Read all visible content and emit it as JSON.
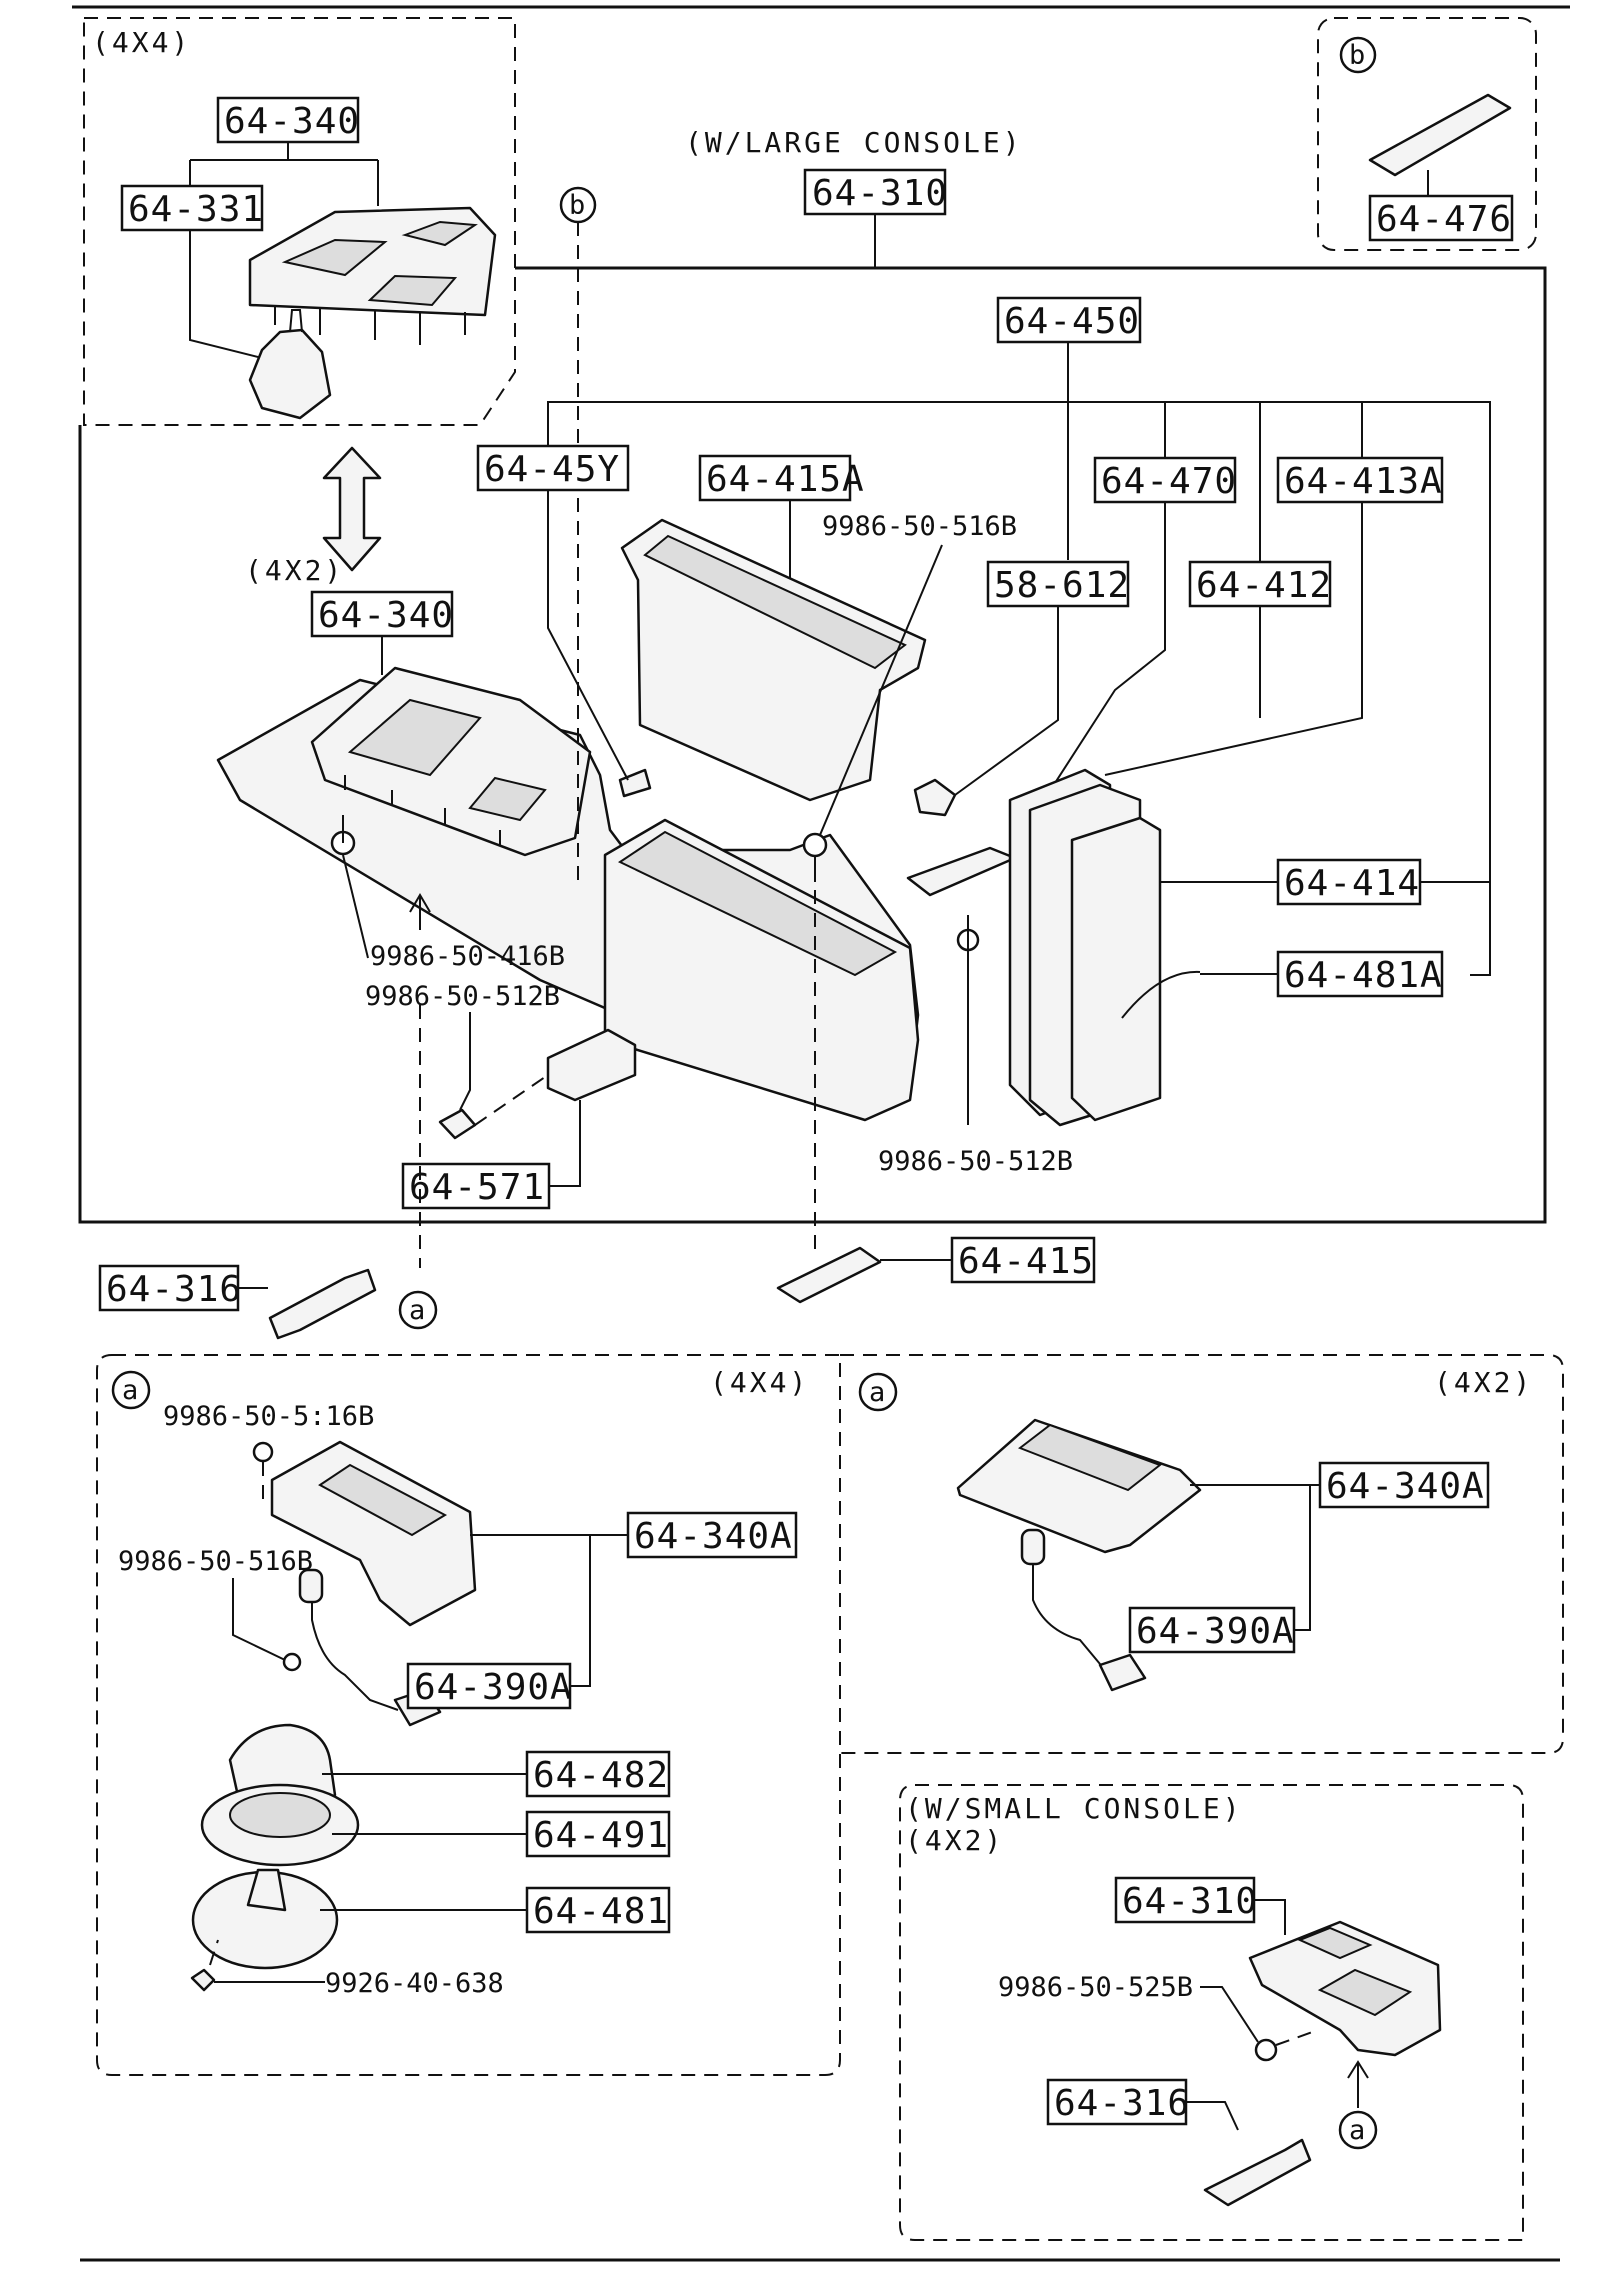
{
  "captions": {
    "w_large_console": "(W/LARGE CONSOLE)",
    "w_small_console": "(W/SMALL CONSOLE)",
    "x4x4": "(4X4)",
    "x4x2": "(4X2)"
  },
  "callouts": {
    "a": "a",
    "b": "b"
  },
  "parts": {
    "p64_340": "64-340",
    "p64_331": "64-331",
    "p64_310": "64-310",
    "p64_476": "64-476",
    "p64_450": "64-450",
    "p64_45Y": "64-45Y",
    "p64_415A": "64-415A",
    "p64_470": "64-470",
    "p64_413A": "64-413A",
    "p58_612": "58-612",
    "p64_412": "64-412",
    "p64_414": "64-414",
    "p64_481A": "64-481A",
    "p64_571": "64-571",
    "p64_316": "64-316",
    "p64_415": "64-415",
    "p64_340A": "64-340A",
    "p64_390A": "64-390A",
    "p64_482": "64-482",
    "p64_491": "64-491",
    "p64_481": "64-481"
  },
  "fasteners": {
    "f516": "9986-50-516B",
    "f516_alt": "9986-50-5:16B",
    "f416": "9986-50-416B",
    "f512": "9986-50-512B",
    "f525": "9986-50-525B",
    "f638": "9926-40-638"
  }
}
